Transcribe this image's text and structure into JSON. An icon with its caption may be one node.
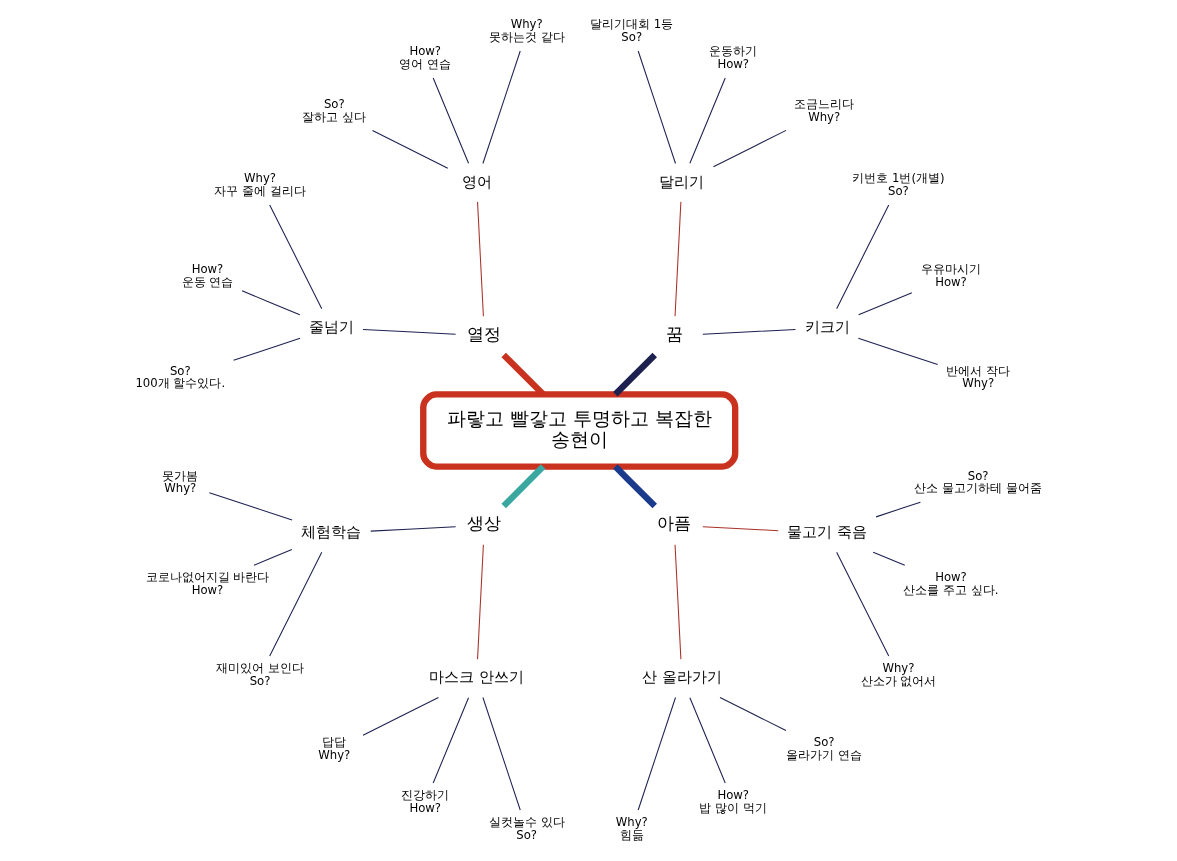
{
  "diagram": {
    "nodes": [
      {
        "text": [
          "파랗고 빨갛고 투명하고 복잡한",
          "송현이"
        ]
      },
      {
        "text": [
          "꿈"
        ]
      },
      {
        "text": [
          "열정"
        ]
      },
      {
        "text": [
          "생상"
        ]
      },
      {
        "text": [
          "아픔"
        ]
      },
      {
        "text": [
          "키크기"
        ]
      },
      {
        "text": [
          "달리기"
        ]
      },
      {
        "text": [
          "영어"
        ]
      },
      {
        "text": [
          "줄넘기"
        ]
      },
      {
        "text": [
          "체험학습"
        ]
      },
      {
        "text": [
          "마스크 안쓰기"
        ]
      },
      {
        "text": [
          "산 올라가기"
        ]
      },
      {
        "text": [
          "물고기 죽음"
        ]
      },
      {
        "text": [
          "반에서 작다",
          "Why?"
        ]
      },
      {
        "text": [
          "우유마시기",
          "How?"
        ]
      },
      {
        "text": [
          "키번호 1번(개별)",
          "So?"
        ]
      },
      {
        "text": [
          "조금느리다",
          "Why?"
        ]
      },
      {
        "text": [
          "운동하기",
          "How?"
        ]
      },
      {
        "text": [
          "달리기대회 1등",
          "So?"
        ]
      },
      {
        "text": [
          "Why?",
          "못하는것 같다"
        ]
      },
      {
        "text": [
          "How?",
          "영어 연습"
        ]
      },
      {
        "text": [
          "So?",
          "잘하고 싶다"
        ]
      },
      {
        "text": [
          "Why?",
          "자꾸 줄에 걸리다"
        ]
      },
      {
        "text": [
          "How?",
          "운동 연습"
        ]
      },
      {
        "text": [
          "So?",
          "100개 할수있다."
        ]
      },
      {
        "text": [
          "못가봄",
          "Why?"
        ]
      },
      {
        "text": [
          "코로나없어지길 바란다",
          "How?"
        ]
      },
      {
        "text": [
          "재미있어 보인다",
          "So?"
        ]
      },
      {
        "text": [
          "답답",
          "Why?"
        ]
      },
      {
        "text": [
          "진강하기",
          "How?"
        ]
      },
      {
        "text": [
          "실컷놀수 있다",
          "So?"
        ]
      },
      {
        "text": [
          "Why?",
          "힘듦"
        ]
      },
      {
        "text": [
          "How?",
          "밥 많이 먹기"
        ]
      },
      {
        "text": [
          "So?",
          "올라가기 연습"
        ]
      },
      {
        "text": [
          "Why?",
          "산소가 없어서"
        ]
      },
      {
        "text": [
          "How?",
          "산소를 주고 싶다."
        ]
      },
      {
        "text": [
          "So?",
          "산소 물고기하테 물어줌"
        ]
      }
    ],
    "edges": [
      {
        "from": 0,
        "to": 1,
        "arrow": "none",
        "style": "thick",
        "color": "#1c2150"
      },
      {
        "from": 0,
        "to": 2,
        "arrow": "none",
        "style": "thick",
        "color": "#c8321e"
      },
      {
        "from": 0,
        "to": 3,
        "arrow": "none",
        "style": "thick",
        "color": "#3aa8a0"
      },
      {
        "from": 0,
        "to": 4,
        "arrow": "none",
        "style": "thick",
        "color": "#1a3a8c"
      },
      {
        "from": 1,
        "to": 5,
        "arrow": "none"
      },
      {
        "from": 1,
        "to": 6,
        "arrow": "none",
        "color": "#a83228"
      },
      {
        "from": 2,
        "to": 7,
        "arrow": "none",
        "color": "#a83228"
      },
      {
        "from": 2,
        "to": 8,
        "arrow": "none"
      },
      {
        "from": 3,
        "to": 9,
        "arrow": "none"
      },
      {
        "from": 3,
        "to": 10,
        "arrow": "none",
        "color": "#a83228"
      },
      {
        "from": 4,
        "to": 11,
        "arrow": "none",
        "color": "#a83228"
      },
      {
        "from": 4,
        "to": 12,
        "arrow": "none",
        "color": "#a83228"
      },
      {
        "from": 5,
        "to": 13,
        "arrow": "none"
      },
      {
        "from": 5,
        "to": 14,
        "arrow": "none"
      },
      {
        "from": 5,
        "to": 15,
        "arrow": "none"
      },
      {
        "from": 6,
        "to": 16,
        "arrow": "none"
      },
      {
        "from": 6,
        "to": 17,
        "arrow": "none"
      },
      {
        "from": 6,
        "to": 18,
        "arrow": "none"
      },
      {
        "from": 7,
        "to": 19,
        "arrow": "none"
      },
      {
        "from": 7,
        "to": 20,
        "arrow": "none"
      },
      {
        "from": 7,
        "to": 21,
        "arrow": "none"
      },
      {
        "from": 8,
        "to": 22,
        "arrow": "none"
      },
      {
        "from": 8,
        "to": 23,
        "arrow": "none"
      },
      {
        "from": 8,
        "to": 24,
        "arrow": "none"
      },
      {
        "from": 9,
        "to": 25,
        "arrow": "none"
      },
      {
        "from": 9,
        "to": 26,
        "arrow": "none"
      },
      {
        "from": 9,
        "to": 27,
        "arrow": "none"
      },
      {
        "from": 10,
        "to": 28,
        "arrow": "none"
      },
      {
        "from": 10,
        "to": 29,
        "arrow": "none"
      },
      {
        "from": 10,
        "to": 30,
        "arrow": "none"
      },
      {
        "from": 11,
        "to": 31,
        "arrow": "none"
      },
      {
        "from": 11,
        "to": 32,
        "arrow": "none"
      },
      {
        "from": 11,
        "to": 33,
        "arrow": "none"
      },
      {
        "from": 12,
        "to": 34,
        "arrow": "none"
      },
      {
        "from": 12,
        "to": 35,
        "arrow": "none"
      },
      {
        "from": 12,
        "to": 36,
        "arrow": "none"
      }
    ]
  }
}
